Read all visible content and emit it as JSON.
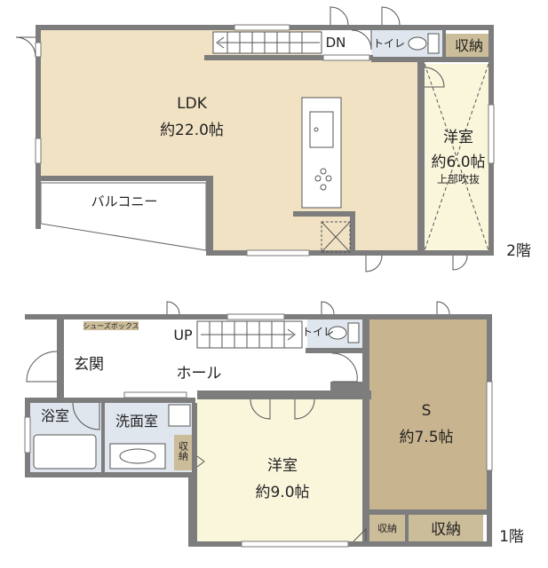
{
  "floor2": {
    "level_label": "2階",
    "ldk": {
      "name": "LDK",
      "size": "約22.0帖"
    },
    "western_room": {
      "name": "洋室",
      "size": "約6.0帖",
      "note": "上部吹抜"
    },
    "toilet": "トイレ",
    "storage": "収納",
    "balcony": "バルコニー",
    "stairs": "DN"
  },
  "floor1": {
    "level_label": "1階",
    "shoe_box": "シューズボックス",
    "stairs": "UP",
    "toilet": "トイレ",
    "entrance": "玄関",
    "hall": "ホール",
    "bath": "浴室",
    "washroom": "洗面室",
    "storage_small": "収納",
    "western_room": {
      "name": "洋室",
      "size": "約9.0帖"
    },
    "s_room": {
      "name": "S",
      "size": "約7.5帖"
    },
    "storage_right_small": "収納",
    "storage_right": "収納"
  },
  "colors": {
    "ldk_floor": "#f1e2c4",
    "bedroom_floor": "#faf6dc",
    "s_room_floor": "#c8b48f",
    "wet_area": "#dfe6ee",
    "storage_fill": "#ccbd9a",
    "wall": "#7d7d7d"
  }
}
